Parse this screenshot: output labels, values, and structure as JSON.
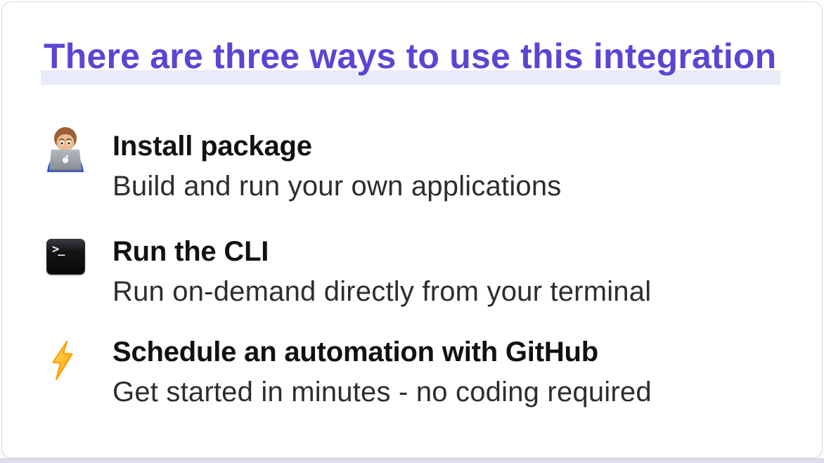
{
  "slide": {
    "title": {
      "text": "There are three ways to use this integration",
      "text_color": "#5b45d3",
      "highlight_color": "#e8ecf8"
    },
    "items": [
      {
        "icon": "technologist-emoji-icon",
        "heading": "Install package",
        "description": "Build and run your own applications"
      },
      {
        "icon": "terminal-emoji-icon",
        "terminal_glyph": ">_",
        "heading": "Run the CLI",
        "description": "Run on-demand directly from your terminal"
      },
      {
        "icon": "lightning-bolt-emoji-icon",
        "heading": "Schedule an automation with GitHub",
        "description": "Get started in minutes - no coding required"
      }
    ],
    "colors": {
      "heading_text": "#111111",
      "description_text": "#2d2d2d",
      "card_background": "#ffffff",
      "card_border": "#d8d8dd",
      "page_background": "#ffffff",
      "bottom_strip": "#e1deed",
      "terminal_icon_background": "#141416",
      "lightning_icon_fill": "#ffb013"
    }
  }
}
